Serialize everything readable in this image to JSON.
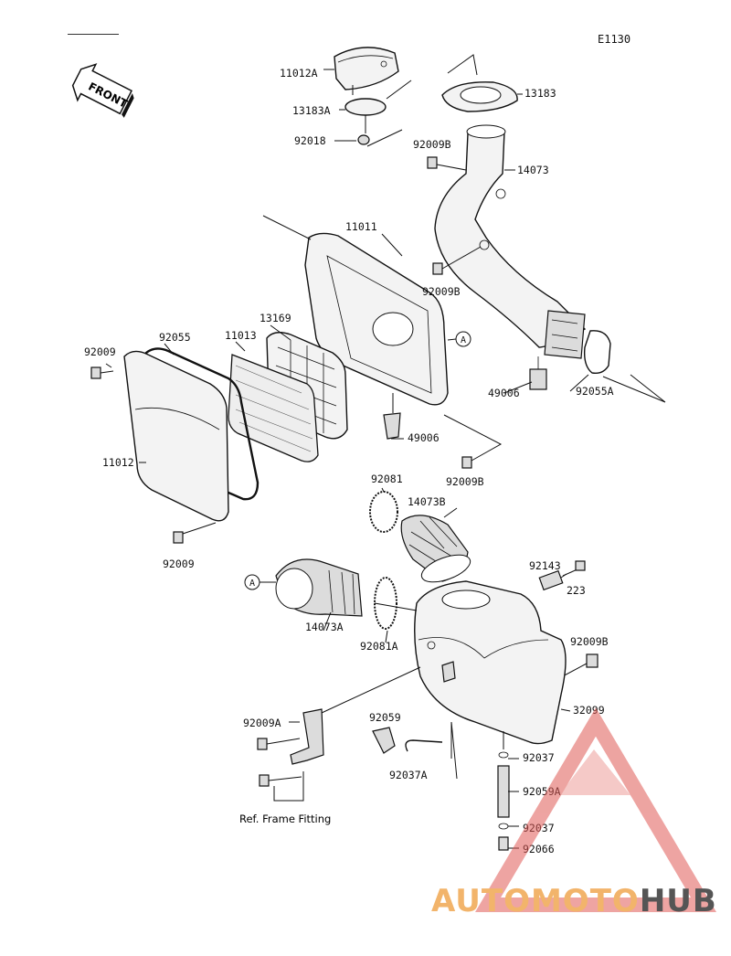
{
  "diagram_code": "E1130",
  "front_label": "FRONT",
  "ref_note": "Ref. Frame Fitting",
  "circle_marker": "A",
  "watermark": {
    "part1": "AUTOMOTO",
    "part2": "HUB",
    "color_accent": "#f2b46b",
    "color_dark": "#555555",
    "triangle_color": "#e05a55"
  },
  "labels": {
    "p11012A": "11012A",
    "p13183A": "13183A",
    "p92018": "92018",
    "p13183": "13183",
    "p92009B_top": "92009B",
    "p14073": "14073",
    "p11011": "11011",
    "p92009B_mid": "92009B",
    "p13169": "13169",
    "p11013": "11013",
    "p92055": "92055",
    "p92009_left": "92009",
    "p11012": "11012",
    "p49006_right": "49006",
    "p92055A": "92055A",
    "p49006_mid": "49006",
    "p92009B_low": "92009B",
    "p92081": "92081",
    "p14073B": "14073B",
    "p92009_bottom": "92009",
    "p92143": "92143",
    "p223": "223",
    "p14073A": "14073A",
    "p92081A": "92081A",
    "p92009B_right": "92009B",
    "p32099": "32099",
    "p92009A": "92009A",
    "p92059": "92059",
    "p92037A": "92037A",
    "p92037_a": "92037",
    "p92059A": "92059A",
    "p92037_b": "92037",
    "p92066": "92066"
  }
}
